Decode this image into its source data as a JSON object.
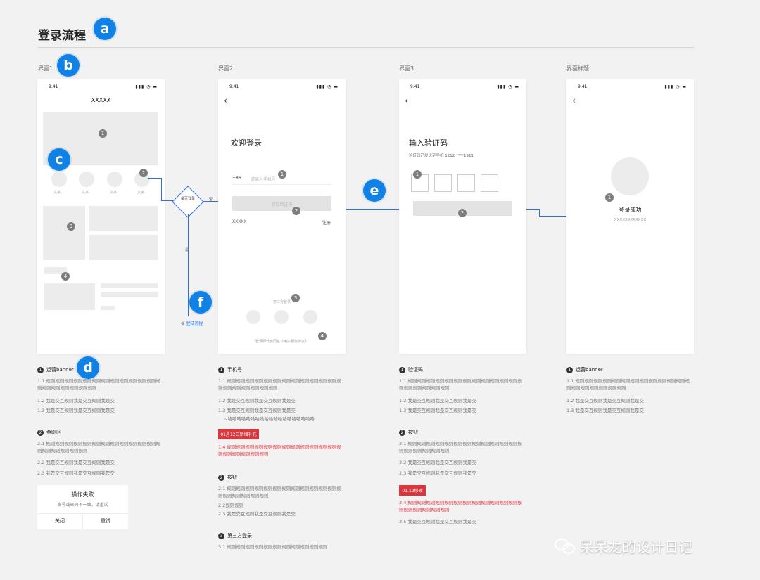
{
  "page": {
    "title": "登录流程"
  },
  "badges": {
    "a": "a",
    "b": "b",
    "c": "c",
    "d": "d",
    "e": "e",
    "f": "f"
  },
  "screens": [
    {
      "label": "界面1",
      "time": "9:41",
      "header": "XXXXX"
    },
    {
      "label": "界面2",
      "time": "9:41"
    },
    {
      "label": "界面3",
      "time": "9:41"
    },
    {
      "label": "界面标题",
      "time": "9:41"
    }
  ],
  "screen1": {
    "icons": [
      "文字",
      "文字",
      "文字",
      "文字"
    ],
    "markers": [
      "1",
      "2",
      "3",
      "4"
    ]
  },
  "screen2": {
    "heading": "欢迎登录",
    "prefix": "+86",
    "phone_placeholder": "请输入手机号",
    "button": "获取验证码",
    "left_link": "XXXXX",
    "right_link": "注册",
    "third_party": "第三方登录",
    "agreement": "登录即代表同意《用户服务协议》",
    "markers": [
      "1",
      "2",
      "3",
      "4"
    ]
  },
  "screen3": {
    "heading": "输入验证码",
    "sub": "验证码已发送至手机 1212 ****1911",
    "markers": [
      "1",
      "2"
    ]
  },
  "screen4": {
    "success": "登录成功",
    "sub": "XXXXXXXXXXXX",
    "markers": [
      "1"
    ]
  },
  "flow": {
    "decision": "是否登录",
    "yes": "否",
    "no": "是",
    "link_prefix": "⑥",
    "link": "登陆流程"
  },
  "notes1": {
    "h1": "运营banner",
    "p1_1": "1.1 规则规则规则规则规则规则规则规则规则规则规则规则规则规则规则规则规则规则规则",
    "p1_2": "1.2 我是交互规则我是交互规则我是交",
    "p1_3": "1.3 我是交互规则我是交互规则我是交",
    "h2": "金刚区",
    "p2_1": "2.1 规则规则规则规则规则规则规则规则规则规则规则规则规则规则规则规则规则规则",
    "p2_2": "2.2 我是交互规则我是交互规则我是交",
    "p2_3": "2.3 我是交互规则我是交互规则我是交",
    "dialog_title": "操作失败",
    "dialog_text": "账号或密码不一致，请重试",
    "dialog_close": "关闭",
    "dialog_retry": "重试"
  },
  "notes2": {
    "h1": "手机号",
    "p1_1": "1.1 规则规则规则规则规则规则规则规则规则规则规则规则规则规则规则规则规则规则规则",
    "p1_2": "1.2 我是交互规则我是交互规则我是交",
    "p1_3": "1.3 我是交互规则我是交互规则我是交",
    "p1_3b": "~哈哈哈哈哈哈哈哈哈哈哈哈哈哈哈哈哈哈哈",
    "tag": "01月12日新增补充",
    "p1_4": "1.4 规则规则规则规则规则规则规则规则规则规则规则规则规则规则规则规则规则规则",
    "h2": "按钮",
    "p2_1": "2.1 规则规则规则规则规则规则规则规则规则规则规则规则规则规则规则规则规则规则",
    "p2_2": "2.2规则规则",
    "p2_3": "2.3 我是交互规则我是交互规则我是交",
    "h3": "第三方登录",
    "p3_1": "3.1 规则规则规则规则规则规则规则规则规则规则规则"
  },
  "notes3": {
    "h1": "验证码",
    "p1_1": "1.1 规则规则规则规则规则规则规则规则规则规则规则规则规则规则规则规则规则规则",
    "p1_2": "1.2 我是交互规则我是交互规则我是交",
    "p1_3": "1.3 我是交互规则我是交互规则我是交",
    "h2": "按钮",
    "p2_1": "2.1 规则规则规则规则规则规则规则规则规则规则规则规则规则规则规则规则规则规则",
    "p2_2": "2.2 我是交互规则我是交互规则我是交",
    "p2_3": "2.3 我是交互规则我是交互规则我是交",
    "tag": "01.12修改",
    "p2_4": "2.4 规则规则规则规则规则规则规则规则规则规则规则规则规则规则规则规则规则规则",
    "p2_5": "2.5 我是交互规则我是交互规则我是交"
  },
  "notes4": {
    "h1": "运营banner",
    "p1_1": "1.1 规则规则规则规则规则规则规则规则规则规则规则规则规则规则规则规则规则规则规则",
    "p1_2": "1.2 我是交互规则我是交互规则我是交",
    "p1_3": "1.3 我是交互规则我是交互规则我是交"
  },
  "watermark": "呆呆龙的设计日记"
}
